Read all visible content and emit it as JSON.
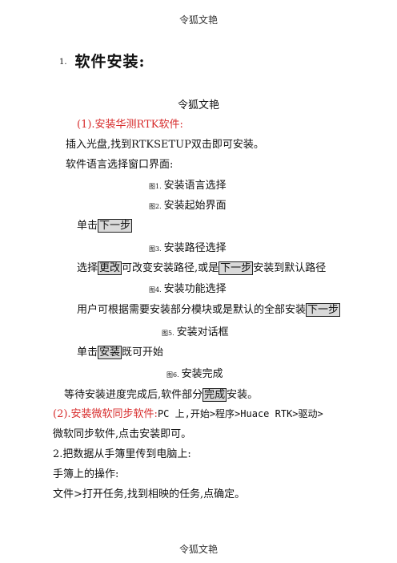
{
  "header": "令狐文艳",
  "heading": {
    "number": "1.",
    "title": "软件安装:"
  },
  "watermark": "令狐文艳",
  "steps": {
    "install_title": "(1).安装华测RTK软件:",
    "insert_cd": "插入光盘,找到RTKSETUP双击即可安装。",
    "lang_window": "软件语言选择窗口界面:",
    "fig1": {
      "num": "图1.",
      "text": "安装语言选择"
    },
    "fig2": {
      "num": "图2.",
      "text": "安装起始界面"
    },
    "click_prefix": "单击",
    "next_btn": "下一步",
    "fig3": {
      "num": "图3.",
      "text": "安装路径选择"
    },
    "path_a": "选择",
    "change_btn": "更改",
    "path_b": "可改变安装路径,或是",
    "next_btn2": "下一步",
    "path_c": "安装到默认路径",
    "fig4": {
      "num": "图4.",
      "text": "安装功能选择"
    },
    "feature_a": "用户可根据需要安装部分模块或是默认的全部安装",
    "next_btn3": "下一步",
    "fig5": {
      "num": "图5.",
      "text": "安装对话框"
    },
    "click_prefix2": "单击",
    "install_btn": "安装",
    "install_b": "既可开始",
    "fig6": {
      "num": "图6.",
      "text": "安装完成"
    },
    "done_a": "等待安装进度完成后,软件部分",
    "finish_btn": "完成",
    "done_b": "安装。",
    "sync_title": "(2).安装微软同步软件:",
    "sync_a": "PC 上,开始>程序>Huace RTK>驱动>",
    "sync_b": "微软同步软件,点击安装即可。",
    "transfer": "2.把数据从手簿里传到电脑上:",
    "handbook_ops": "手簿上的操作:",
    "file_open": "文件>打开任务,找到相映的任务,点确定。"
  },
  "footer": "令狐文艳"
}
